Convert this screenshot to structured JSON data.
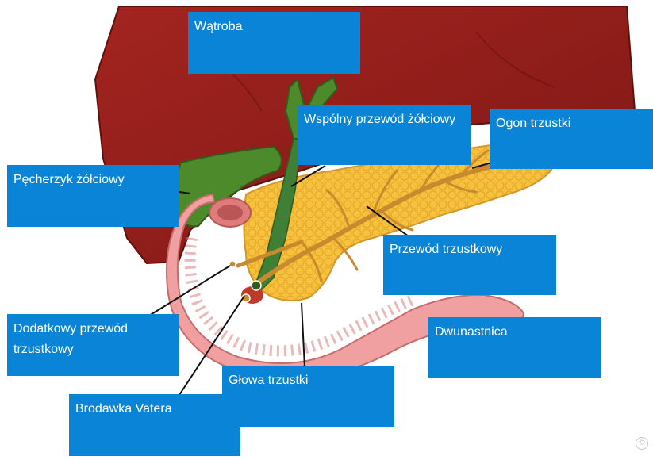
{
  "labels": {
    "liver": "Wątroba",
    "common_bile_duct": "Wspólny przewód żółciowy",
    "pancreas_tail": "Ogon trzustki",
    "gallbladder": "Pęcherzyk żółciowy",
    "pancreatic_duct": "Przewód trzustkowy",
    "accessory_pancreatic_duct": "Dodatkowy przewód trzustkowy",
    "duodenum": "Dwunastnica",
    "pancreas_head": "Głowa trzustki",
    "vater_papilla": "Brodawka Vatera"
  },
  "copyright_symbol": "©",
  "colors": {
    "label_background": "#0a84d6",
    "label_text": "#ffffff",
    "liver": "#8e1c18",
    "gallbladder": "#4c8a2c",
    "bile_duct": "#3f7f36",
    "pancreas": "#f6c13c",
    "pancreatic_duct": "#c9892e",
    "duodenum": "#f0a0a0",
    "leader_line": "#111111"
  }
}
